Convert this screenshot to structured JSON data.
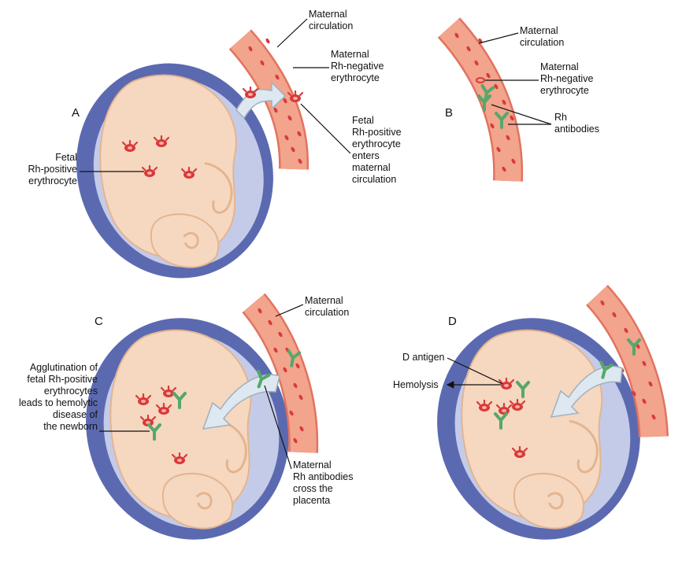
{
  "panels": {
    "a": {
      "letter": "A",
      "maternal_circulation": "Maternal\ncirculation",
      "maternal_rh_negative": "Maternal\nRh-negative\nerythrocyte",
      "fetal_rh_positive": "Fetal\nRh-positive\nerythrocyte",
      "fetal_enters": "Fetal\nRh-positive\nerythrocyte\nenters\nmaternal\ncirculation"
    },
    "b": {
      "letter": "B",
      "maternal_circulation": "Maternal\ncirculation",
      "maternal_rh_negative": "Maternal\nRh-negative\nerythrocyte",
      "rh_antibodies": "Rh\nantibodies"
    },
    "c": {
      "letter": "C",
      "maternal_circulation": "Maternal\ncirculation",
      "agglutination": "Agglutination of\nfetal Rh-positive\nerythrocytes\nleads to hemolytic\ndisease of\nthe newborn",
      "antibodies_cross": "Maternal\nRh antibodies\ncross the\nplacenta"
    },
    "d": {
      "letter": "D",
      "d_antigen": "D antigen",
      "hemolysis": "Hemolysis"
    }
  },
  "colors": {
    "vessel": "#f2a48c",
    "vessel_dark": "#e2735f",
    "rbc": "#d9393a",
    "uterus": "#5b6ab0",
    "amnion": "#c4cbe8",
    "fetus": "#f6d7bf",
    "fetus_shadow": "#e3b48f",
    "antibody": "#55a86a",
    "arrow": "#dde8f0"
  }
}
